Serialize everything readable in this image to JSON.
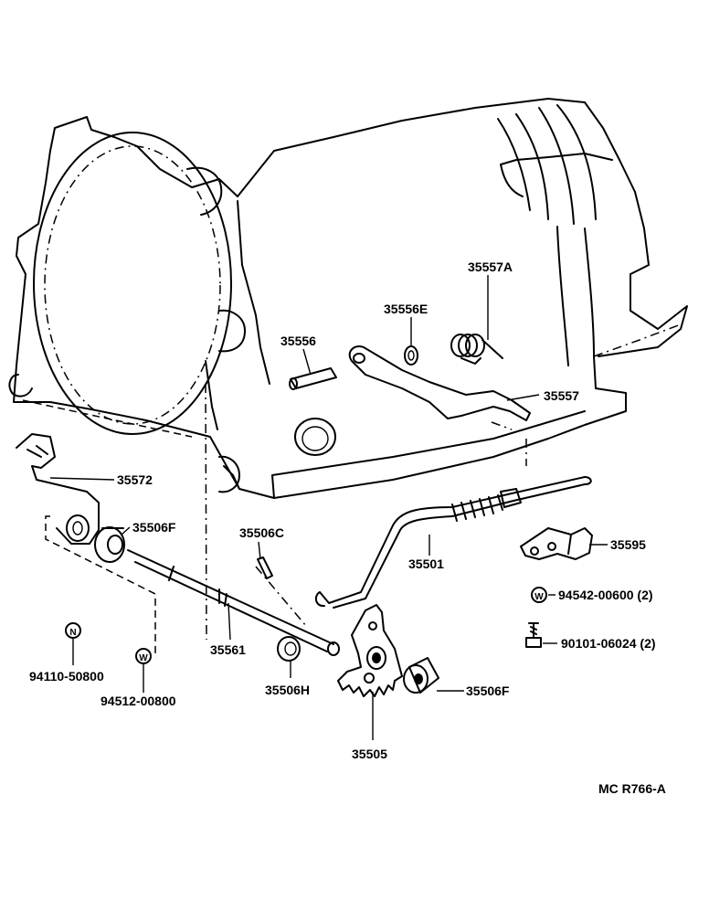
{
  "labels": {
    "p35557A": "35557A",
    "p35556E": "35556E",
    "p35556": "35556",
    "p35557": "35557",
    "p35572": "35572",
    "p35506F_left": "35506F",
    "p35506C": "35506C",
    "p35501": "35501",
    "p35595": "35595",
    "p94542": "94542-00600 (2)",
    "p90101": "90101-06024 (2)",
    "p94110": "94110-50800",
    "p94512": "94512-00800",
    "p35561": "35561",
    "p35506H": "35506H",
    "p35506F_right": "35506F",
    "p35505": "35505"
  },
  "badges": {
    "n": "N",
    "w": "W"
  },
  "footer": {
    "code": "MC  R766-A"
  }
}
